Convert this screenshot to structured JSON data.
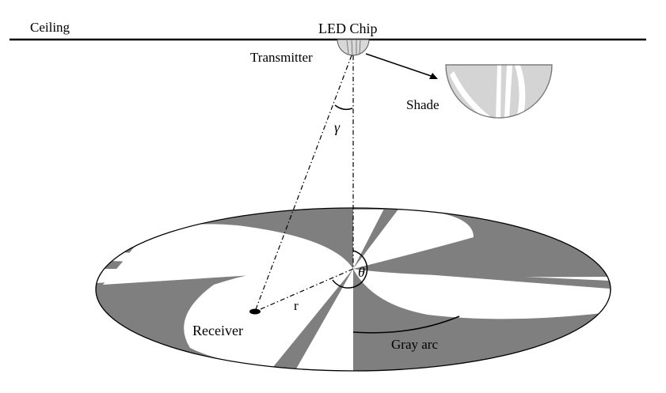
{
  "labels": {
    "ceiling": "Ceiling",
    "led_chip": "LED Chip",
    "transmitter": "Transmitter",
    "shade": "Shade",
    "gamma": "γ",
    "theta": "θ",
    "r": "r",
    "receiver": "Receiver",
    "gray_arc": "Gray arc"
  },
  "colors": {
    "gray": "#7f7f7f",
    "white": "#ffffff",
    "shade_fill": "#d4d4d4",
    "stroke": "#000000"
  }
}
